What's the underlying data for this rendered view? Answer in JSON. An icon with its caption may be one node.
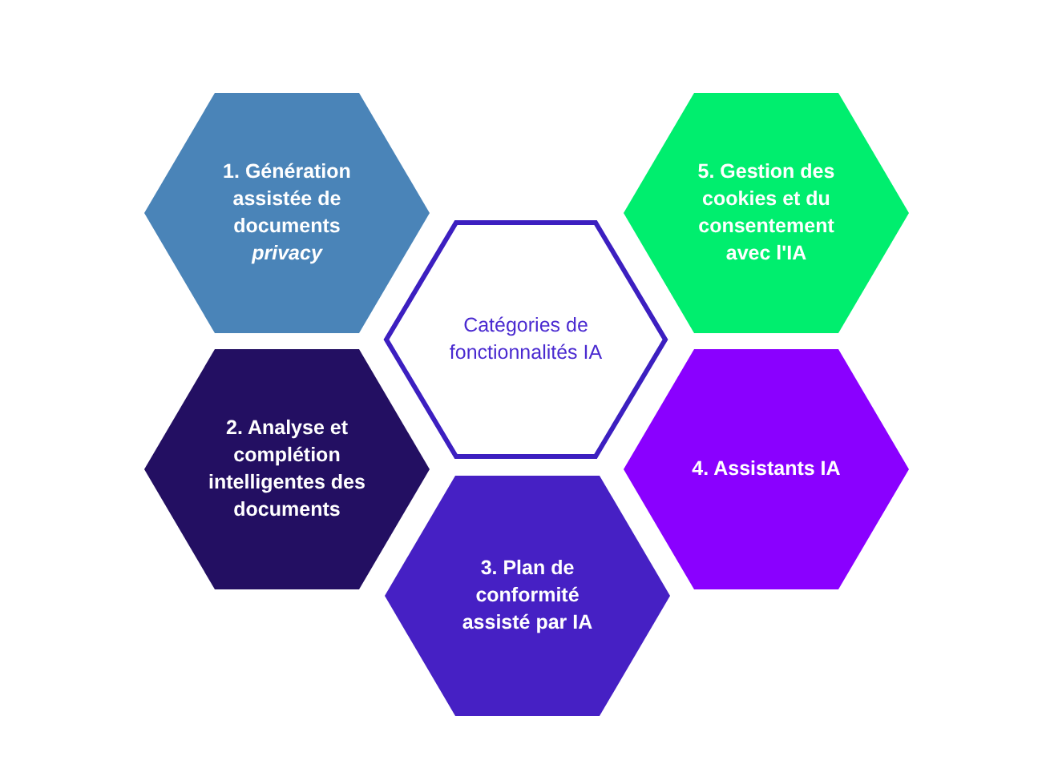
{
  "diagram": {
    "nodes": [
      {
        "text": [
          "1. Génération assistée de documents *privacy*"
        ]
      },
      {
        "text": [
          "5. Gestion des cookies et du consentement avec l'IA"
        ]
      },
      {
        "text": [
          "Catégories de fonctionnalités IA"
        ]
      },
      {
        "text": [
          "2. Analyse et complétion intelligentes des documents"
        ]
      },
      {
        "text": [
          "4. Assistants IA"
        ]
      },
      {
        "text": [
          "3. Plan de conformité assisté par IA"
        ]
      }
    ]
  }
}
